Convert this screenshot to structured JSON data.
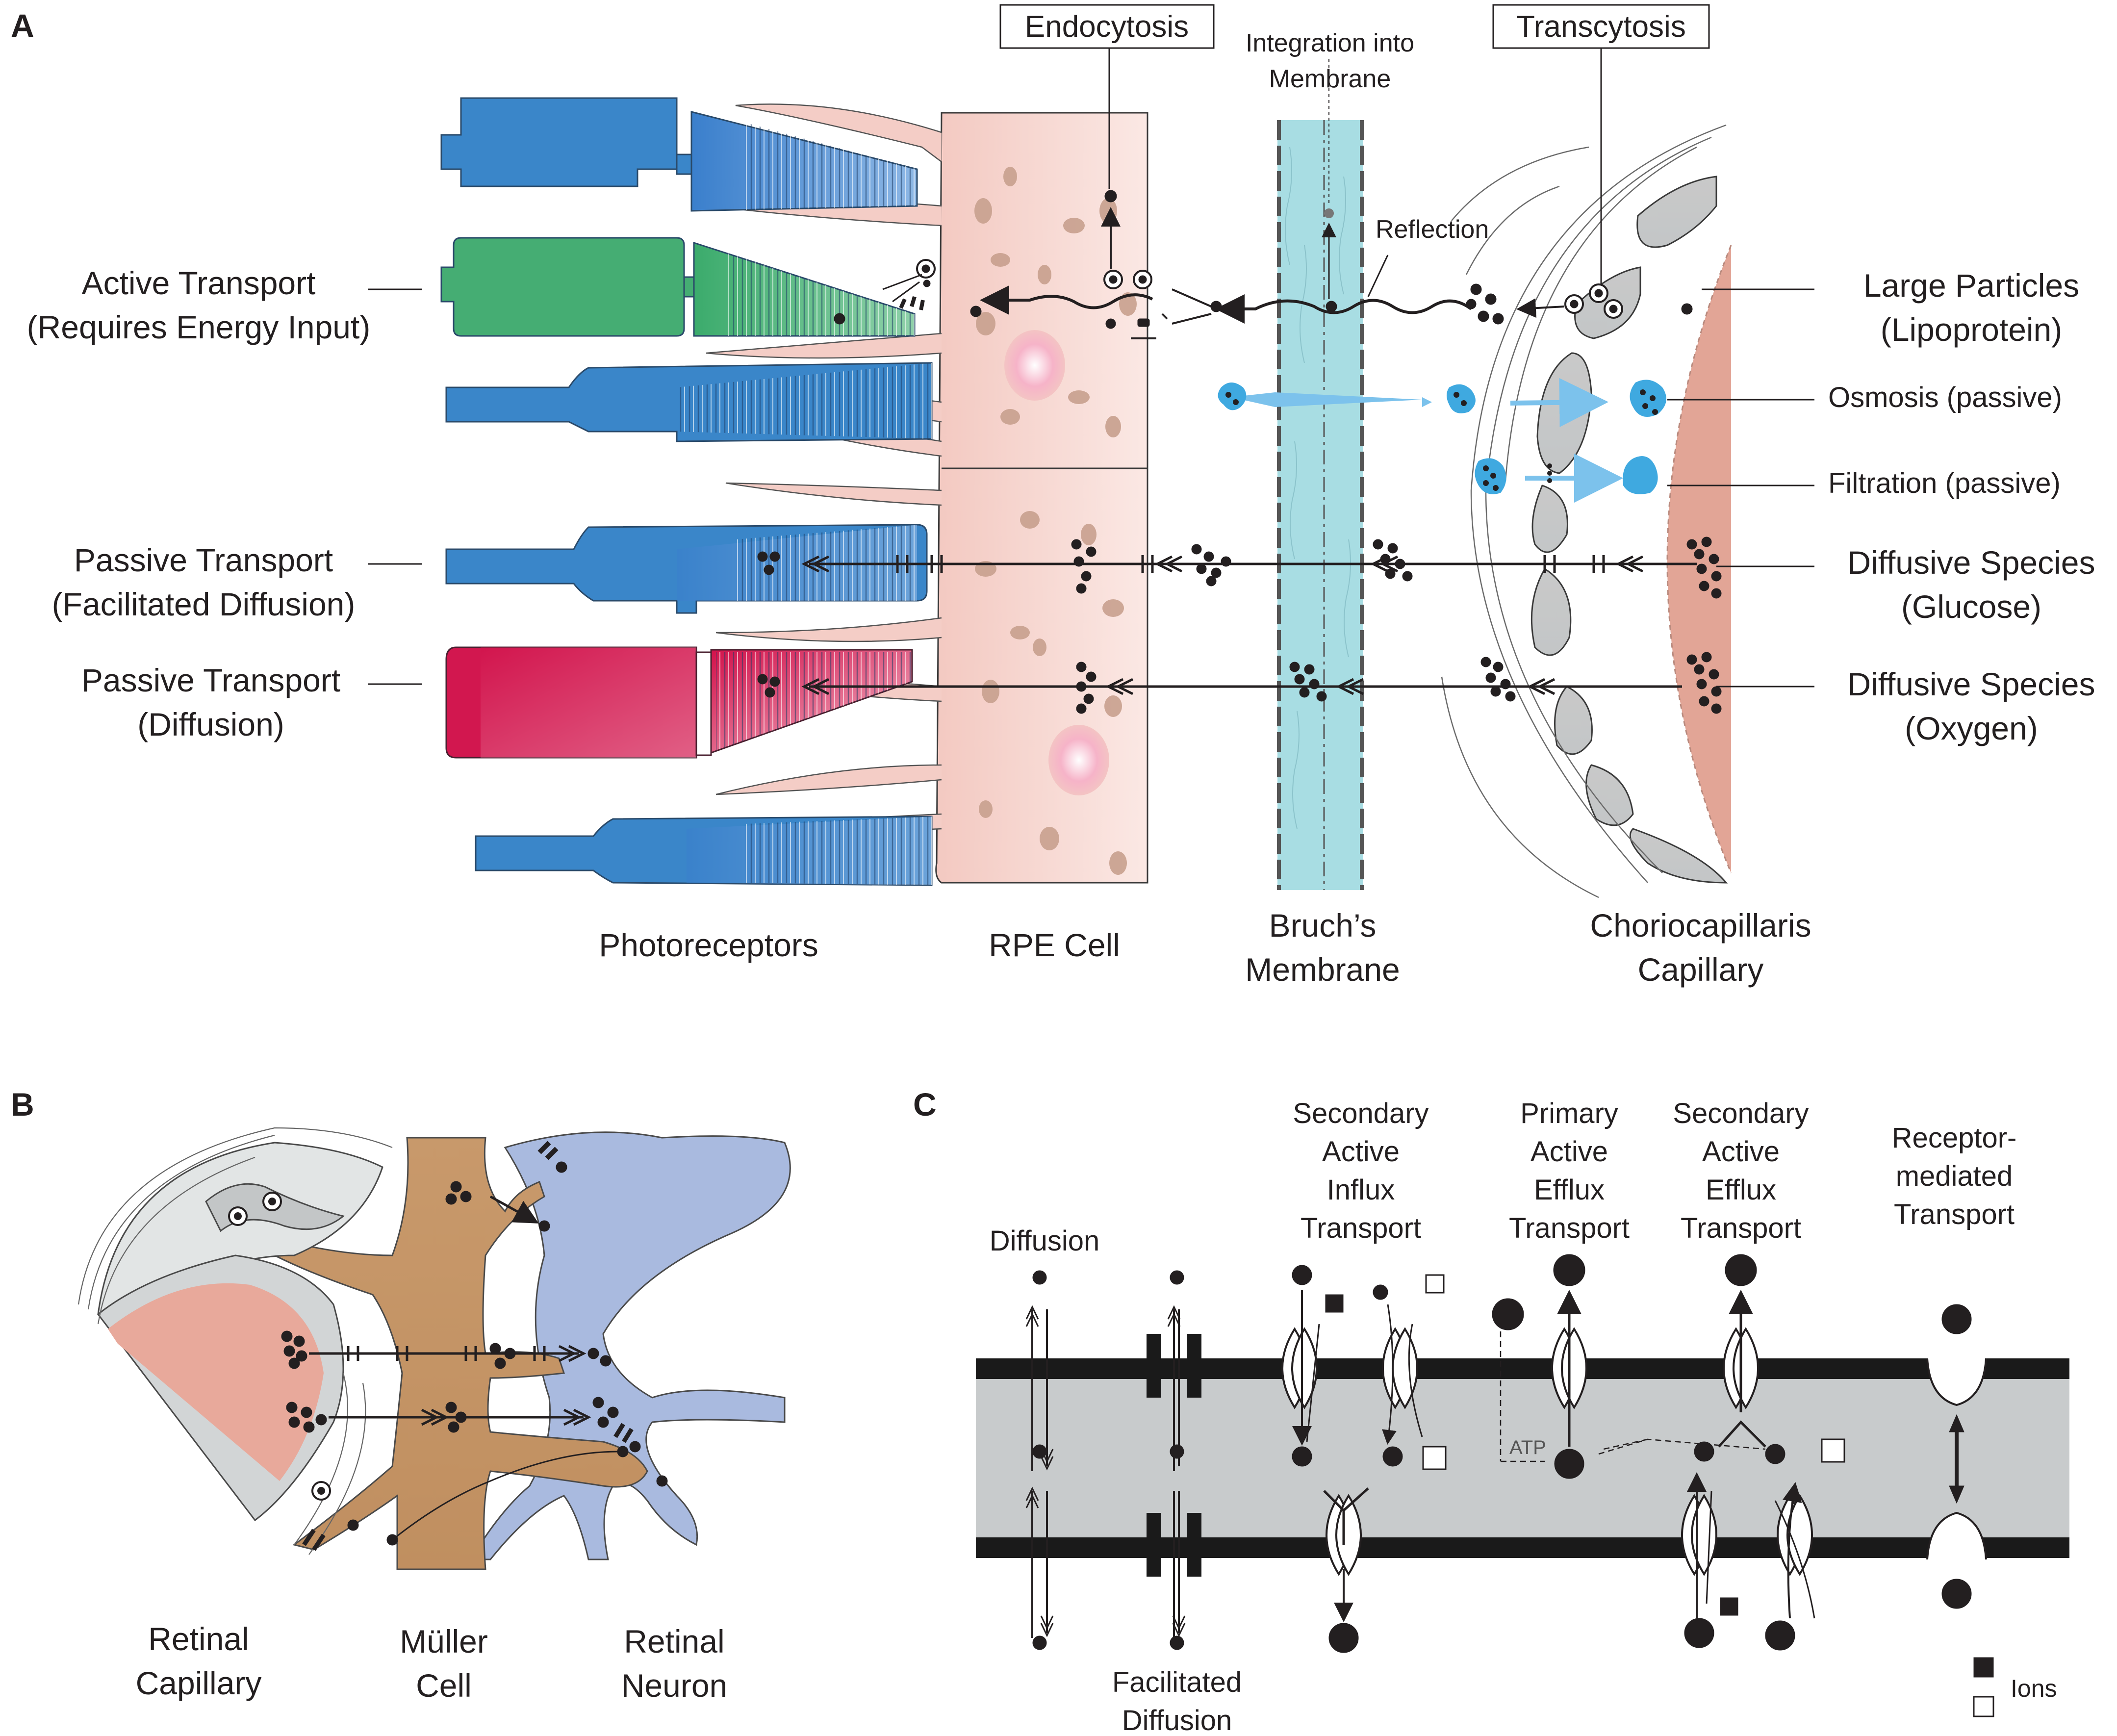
{
  "panels": {
    "a": "A",
    "b": "B",
    "c": "C"
  },
  "panel_a": {
    "boxed": {
      "endocytosis": "Endocytosis",
      "transcytosis": "Transcytosis"
    },
    "integration": [
      "Integration into",
      "Membrane"
    ],
    "reflection": "Reflection",
    "left_labels": {
      "active": [
        "Active Transport",
        "(Requires Energy Input)"
      ],
      "passive_facilitated": [
        "Passive Transport",
        "(Facilitated Diffusion)"
      ],
      "passive_diffusion": [
        "Passive Transport",
        "(Diffusion)"
      ]
    },
    "right_labels": {
      "large_particles": [
        "Large Particles",
        "(Lipoprotein)"
      ],
      "osmosis": "Osmosis (passive)",
      "filtration": "Filtration (passive)",
      "glucose": [
        "Diffusive Species",
        "(Glucose)"
      ],
      "oxygen": [
        "Diffusive Species",
        "(Oxygen)"
      ]
    },
    "bottom_labels": {
      "photoreceptors": "Photoreceptors",
      "rpe": "RPE Cell",
      "bruch": [
        "Bruch’s",
        "Membrane"
      ],
      "choriocapillaris": [
        "Choriocapillaris",
        "Capillary"
      ]
    }
  },
  "panel_b": {
    "labels": {
      "retinal_capillary": [
        "Retinal",
        "Capillary"
      ],
      "muller": [
        "Müller",
        "Cell"
      ],
      "retinal_neuron": [
        "Retinal",
        "Neuron"
      ]
    }
  },
  "panel_c": {
    "diffusion": "Diffusion",
    "facilitated": [
      "Facilitated",
      "Diffusion"
    ],
    "secondary_influx": [
      "Secondary",
      "Active",
      "Influx",
      "Transport"
    ],
    "primary_efflux": [
      "Primary",
      "Active",
      "Efflux",
      "Transport"
    ],
    "secondary_efflux": [
      "Secondary",
      "Active",
      "Efflux",
      "Transport"
    ],
    "receptor": [
      "Receptor-",
      "mediated",
      "Transport"
    ],
    "atp": "ATP",
    "ions": "Ions"
  },
  "colors": {
    "rod_blue": "#3f7fca",
    "cone_green": "#3fae72",
    "cone_red": "#d2174f",
    "rpe_pink": "#f4cfc8",
    "melanin": "#c8a08e",
    "bruch_cyan": "#a6dde3",
    "capillary_salmon": "#e2a596",
    "endothelial_grey": "#cfd3d4",
    "muller_tan": "#c49566",
    "neuron_blue": "#a9badf",
    "membrane_grey": "#c8cbcc",
    "fluid_blue": "#3fa9e0"
  }
}
